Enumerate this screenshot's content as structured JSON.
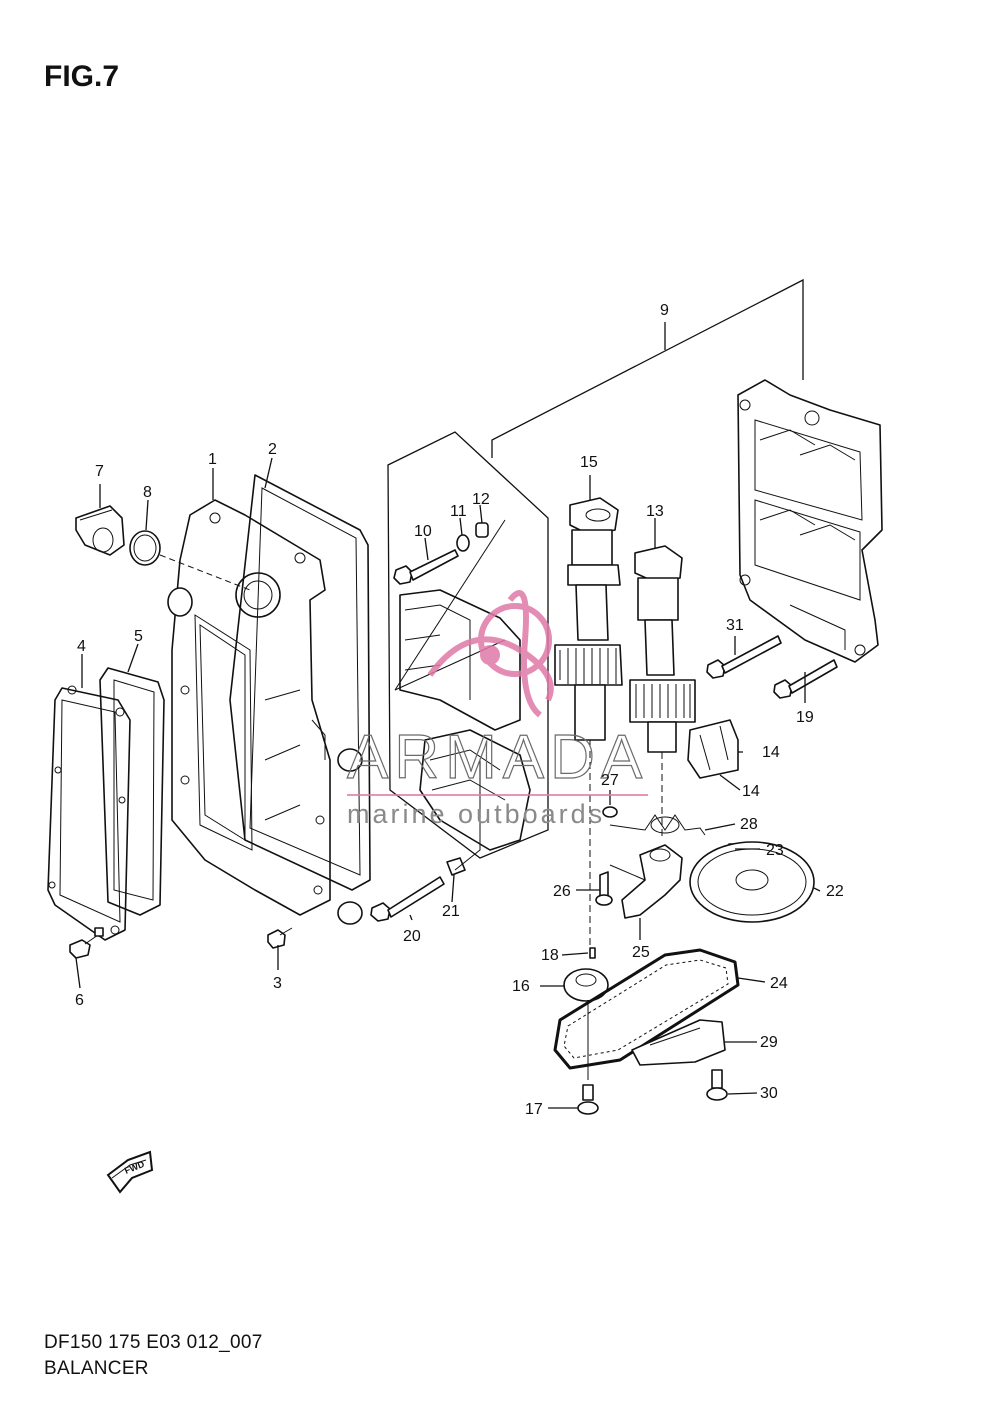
{
  "figure": {
    "title": "FIG.7",
    "code": "DF150 175 E03 012_007",
    "name": "BALANCER"
  },
  "watermark": {
    "brand": "ARMADA",
    "tagline": "marine outboards",
    "logo_color": "#e07aa8",
    "text_color": "#6b6b6b"
  },
  "direction_badge": {
    "text": "FWD",
    "icon": "fwd-arrow-icon"
  },
  "callouts": [
    {
      "id": "1",
      "label": "1"
    },
    {
      "id": "2",
      "label": "2"
    },
    {
      "id": "3",
      "label": "3"
    },
    {
      "id": "4",
      "label": "4"
    },
    {
      "id": "5",
      "label": "5"
    },
    {
      "id": "6",
      "label": "6"
    },
    {
      "id": "7",
      "label": "7"
    },
    {
      "id": "8",
      "label": "8"
    },
    {
      "id": "9",
      "label": "9"
    },
    {
      "id": "10",
      "label": "10"
    },
    {
      "id": "11",
      "label": "11"
    },
    {
      "id": "12",
      "label": "12"
    },
    {
      "id": "13",
      "label": "13"
    },
    {
      "id": "14a",
      "label": "14"
    },
    {
      "id": "14b",
      "label": "14"
    },
    {
      "id": "15",
      "label": "15"
    },
    {
      "id": "16",
      "label": "16"
    },
    {
      "id": "17",
      "label": "17"
    },
    {
      "id": "18",
      "label": "18"
    },
    {
      "id": "19",
      "label": "19"
    },
    {
      "id": "20",
      "label": "20"
    },
    {
      "id": "21",
      "label": "21"
    },
    {
      "id": "22",
      "label": "22"
    },
    {
      "id": "23",
      "label": "23"
    },
    {
      "id": "24",
      "label": "24"
    },
    {
      "id": "25",
      "label": "25"
    },
    {
      "id": "26",
      "label": "26"
    },
    {
      "id": "27",
      "label": "27"
    },
    {
      "id": "28",
      "label": "28"
    },
    {
      "id": "29",
      "label": "29"
    },
    {
      "id": "30",
      "label": "30"
    },
    {
      "id": "31",
      "label": "31"
    }
  ]
}
